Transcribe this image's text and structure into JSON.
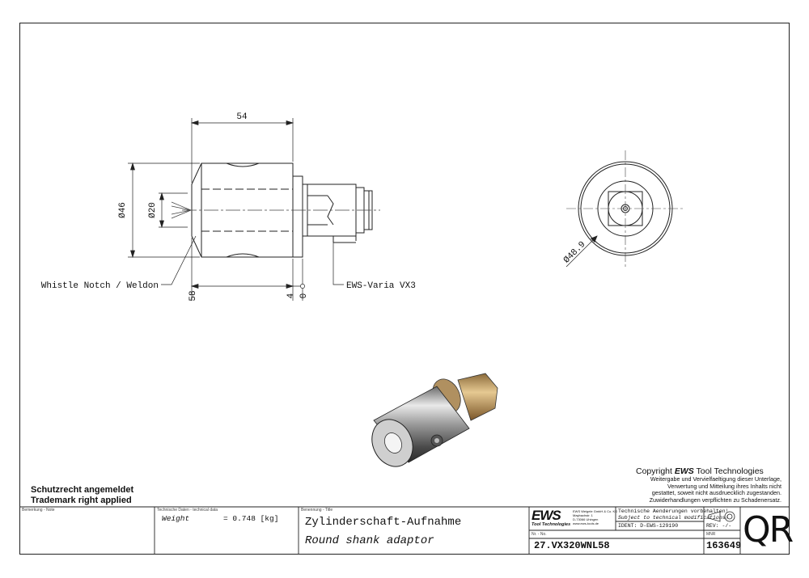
{
  "drawing": {
    "dim_length": "54",
    "dim_diameter_outer": "Ø46",
    "dim_diameter_inner": "Ø20",
    "dim_face_diameter": "Ø48.9",
    "dim_58": "58",
    "dim_4": "4",
    "dim_0": "0",
    "label_notch": "Whistle Notch / Weldon",
    "label_varia": "EWS-Varia VX3"
  },
  "copyright": {
    "prefix": "Copyright ",
    "brand": "EWS",
    "suffix": " Tool Technologies",
    "lines": [
      "Weitergabe und Vervielfaeltigung dieser Unterlage,",
      "Verwertung und Mitteilung ihres Inhalts nicht",
      "gestattet, soweit nicht ausdruecklich zugestanden.",
      "Zuwiderhandlungen verpflichten zu Schadenersatz."
    ]
  },
  "protection": {
    "line1": "Schutzrecht angemeldet",
    "line2": "Trademark right applied"
  },
  "title_block": {
    "note_label": "Bemerkung - Note",
    "tech_label": "Technische Daten - technical data",
    "weight_label": "Weight",
    "weight_value": "= 0.748 [kg]",
    "title_label": "Benennung - Title",
    "title_de": "Zylinderschaft-Aufnahme",
    "title_en": "Round shank adaptor",
    "logo": "EWS",
    "logo_sub": "Tool Technologies",
    "company_lines": [
      "EWS Weigele GmbH & Co. KG",
      "Maybachstr. 1",
      "D-73066 Uhingen",
      "www.ews-tools.de"
    ],
    "notice_de": "Technische Aenderungen vorbehalten!",
    "notice_en": "Subject to technical modifications!",
    "ident": "IDENT: D-EWS-129190",
    "rev": "REV: -/-",
    "nr_label": "Nr. - No.",
    "part_number": "27.VX320WNL58",
    "mnr_label": "MNR",
    "mnr": "163649",
    "qr": "QR"
  }
}
